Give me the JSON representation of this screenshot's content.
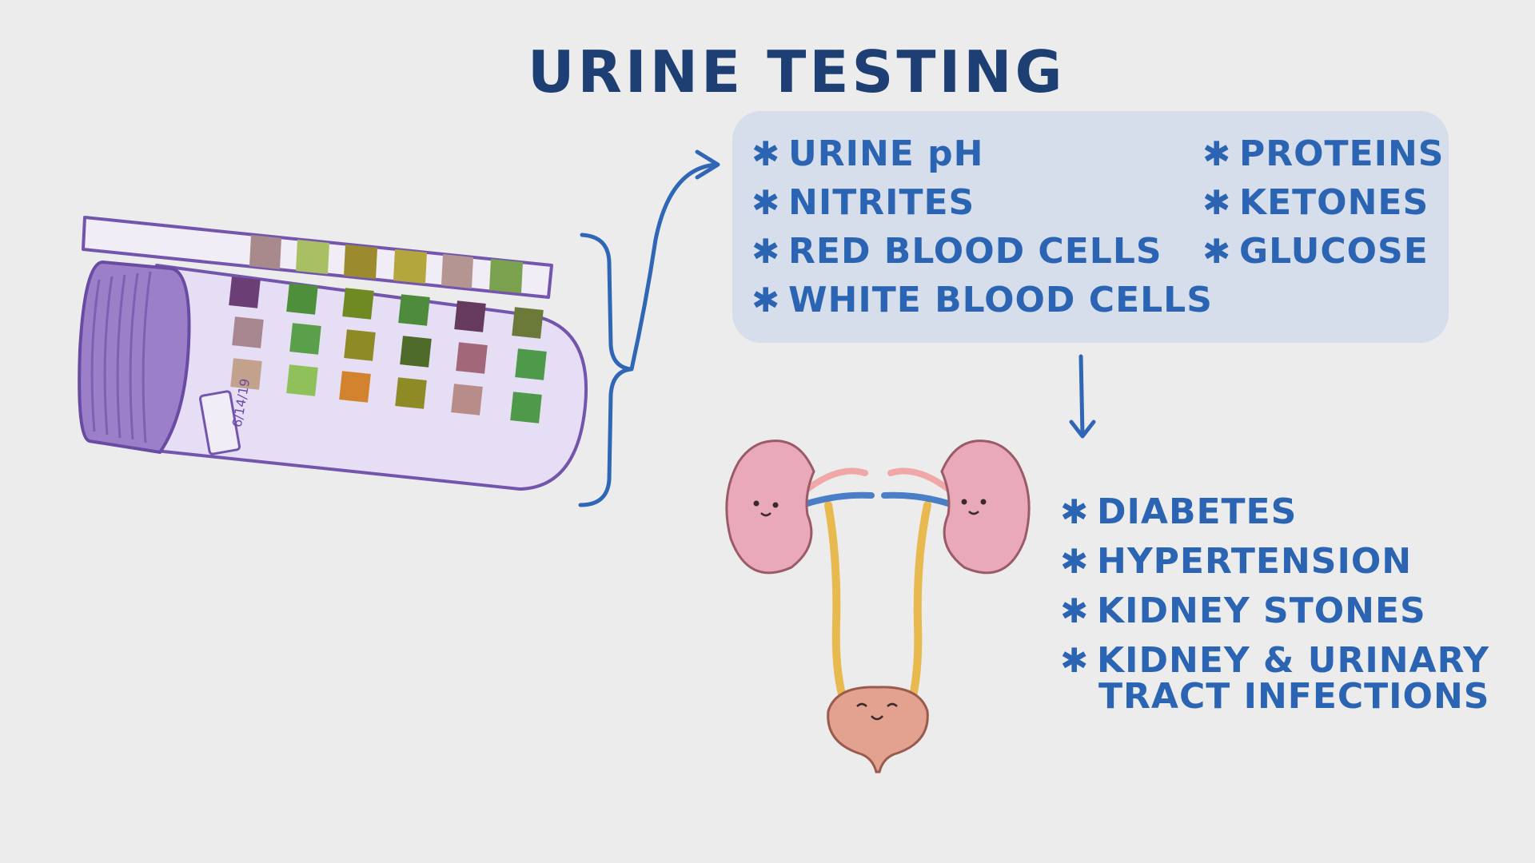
{
  "title": "URINE TESTING",
  "bullet": "✱",
  "tests": {
    "column1": [
      "URINE pH",
      "NITRITES",
      "RED BLOOD CELLS",
      "WHITE BLOOD CELLS"
    ],
    "column2": [
      "PROTEINS",
      "KETONES",
      "GLUCOSE"
    ]
  },
  "conditions": [
    "DIABETES",
    "HYPERTENSION",
    "KIDNEY STONES",
    "KIDNEY & URINARY"
  ],
  "conditions_continued": "TRACT INFECTIONS",
  "bottle_label": "6/14/19",
  "colors": {
    "title": "#1e3f73",
    "text": "#2a64b3",
    "box": "#d5deea",
    "arrow": "#2f66b5",
    "bottle": "#9b7fc8",
    "kidney": "#e9a9b8",
    "bladder": "#e3a290"
  },
  "icons": [
    "urine-test-strip",
    "reagent-bottle",
    "kidney-icon",
    "bladder-icon",
    "arrow-icon",
    "brace-icon"
  ]
}
